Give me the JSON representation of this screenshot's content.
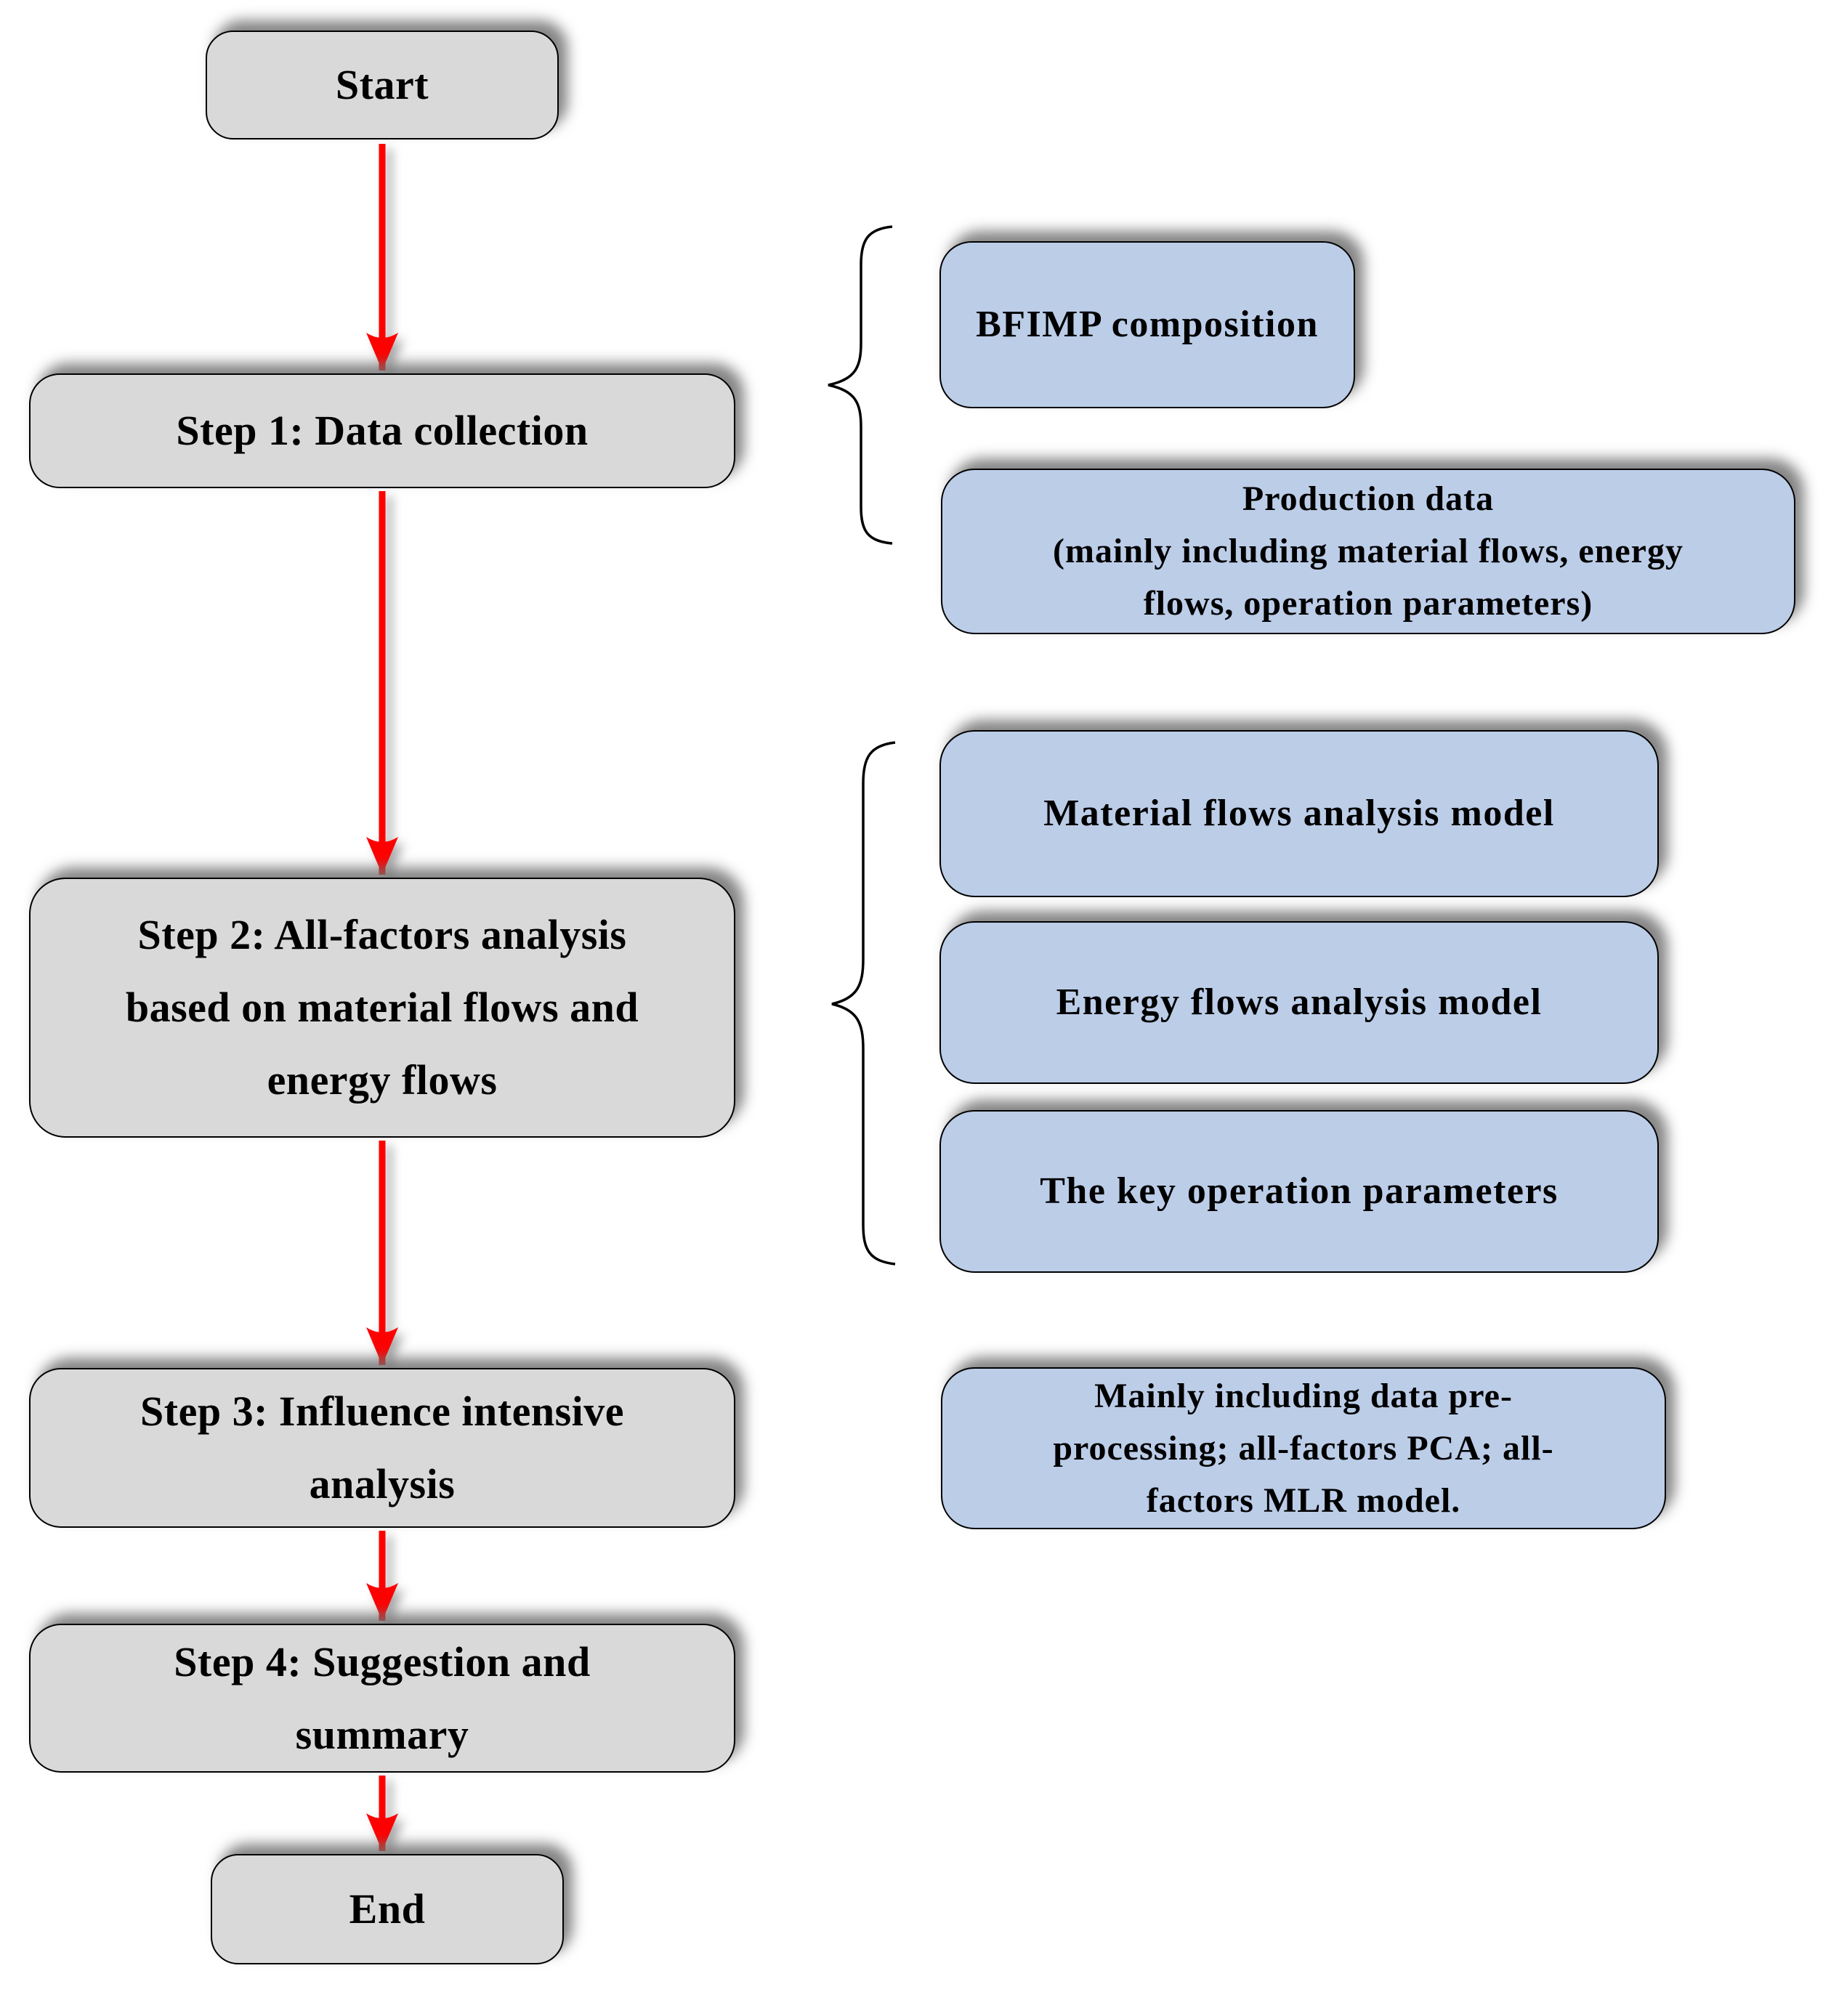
{
  "flow": {
    "start_label": "Start",
    "steps": [
      {
        "id": "step1",
        "label": "Step 1: Data collection"
      },
      {
        "id": "step2",
        "label": "Step 2: All-factors analysis\nbased on material flows and\nenergy flows"
      },
      {
        "id": "step3",
        "label": "Step 3: Influence intensive\nanalysis"
      },
      {
        "id": "step4",
        "label": "Step 4: Suggestion and\nsummary"
      }
    ],
    "end_label": "End"
  },
  "annotations": [
    {
      "id": "bfimp",
      "linked_step": "step1",
      "text": "BFIMP composition"
    },
    {
      "id": "production",
      "linked_step": "step1",
      "text": "Production data\n(mainly including material flows, energy\nflows, operation parameters)"
    },
    {
      "id": "material",
      "linked_step": "step2",
      "text": "Material flows analysis model"
    },
    {
      "id": "energy",
      "linked_step": "step2",
      "text": "Energy flows analysis model"
    },
    {
      "id": "keyop",
      "linked_step": "step2",
      "text": "The key operation parameters"
    },
    {
      "id": "mainly",
      "linked_step": "step3",
      "text": "Mainly including data pre-\nprocessing; all-factors PCA; all-\nfactors MLR model."
    }
  ],
  "colors": {
    "node-gray": "#d9d9d9",
    "node-blue": "#bccde8",
    "node-border": "#000000",
    "arrow-red": "#ff0000",
    "text": "#000000",
    "canvas-bg": "#ffffff"
  }
}
